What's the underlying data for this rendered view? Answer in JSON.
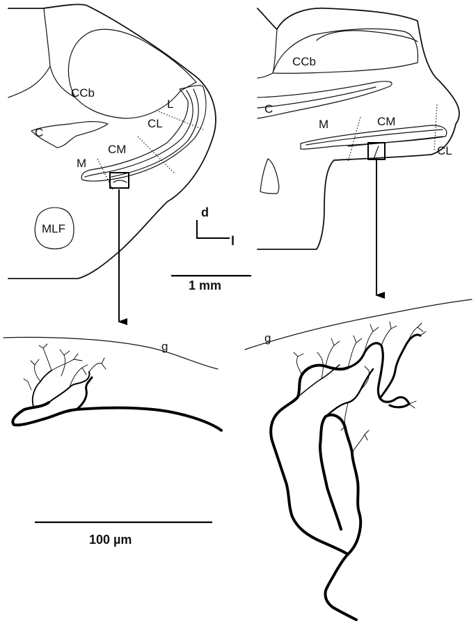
{
  "left_section": {
    "labels": {
      "ccb": "CCb",
      "c": "C",
      "l": "L",
      "cl": "CL",
      "cm": "CM",
      "m": "M",
      "mlf": "MLF"
    }
  },
  "right_section": {
    "labels": {
      "ccb": "CCb",
      "c": "C",
      "m": "M",
      "cm": "CM",
      "cl": "CL"
    }
  },
  "orientation": {
    "dorsal": "d",
    "lateral": "l"
  },
  "scale_bar_section": {
    "label": "1 mm"
  },
  "left_detail": {
    "g_label": "g"
  },
  "right_detail": {
    "g_label": "g"
  },
  "scale_bar_detail": {
    "label": "100 µm"
  }
}
